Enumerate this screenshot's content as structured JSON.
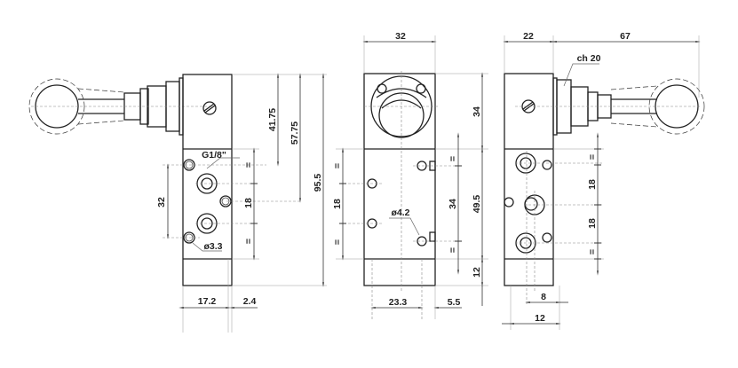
{
  "title": "Hand lever valve dimensional drawing",
  "left_view": {
    "port_thread": "G1/8\"",
    "hole_dia": "ø3.3",
    "dim_41_75": "41.75",
    "dim_57_75": "57.75",
    "dim_95_5": "95.5",
    "dim_32": "32",
    "dim_18": "18",
    "eq": "=",
    "dim_17_2": "17.2",
    "dim_2_4": "2.4"
  },
  "front_view": {
    "width": "32",
    "dim_34_top": "34",
    "dim_49_5": "49.5",
    "dim_12": "12",
    "dim_34": "34",
    "dim_18": "18",
    "eq": "=",
    "hole_dia": "ø4.2",
    "dim_23_3": "23.3",
    "dim_5_5": "5.5"
  },
  "right_view": {
    "dim_22": "22",
    "dim_67": "67",
    "wrench": "ch 20",
    "dim_18a": "18",
    "dim_18b": "18",
    "eq": "=",
    "dim_8": "8",
    "dim_12": "12"
  }
}
